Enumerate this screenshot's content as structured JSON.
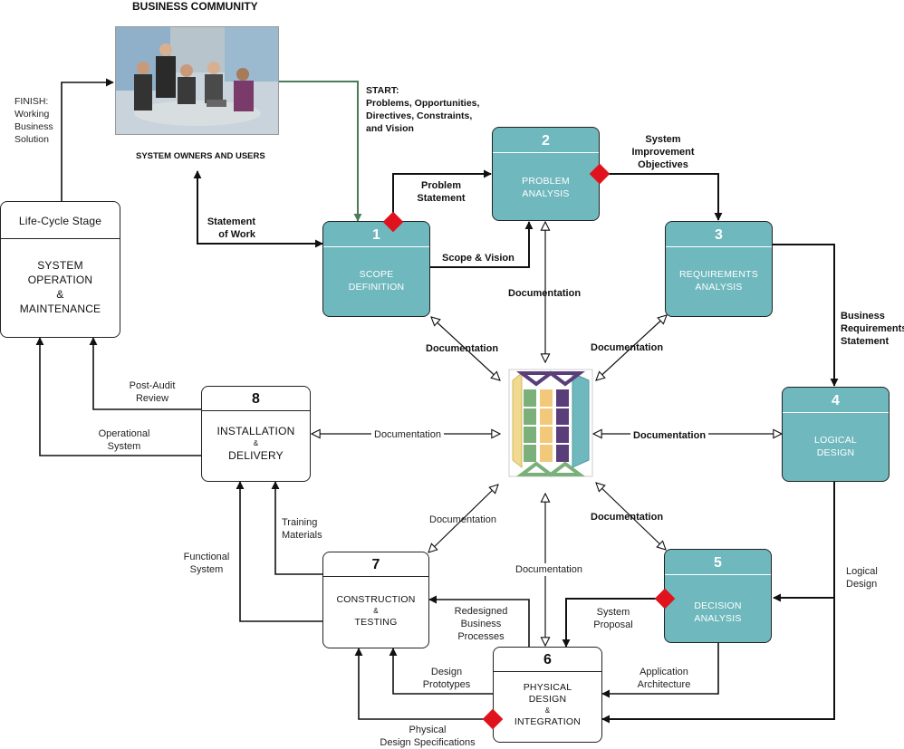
{
  "title": "BUSINESS COMMUNITY",
  "owners_label": "SYSTEM OWNERS AND USERS",
  "start_label": [
    "START:",
    "Problems, Opportunities,",
    "Directives, Constraints,",
    "and Vision"
  ],
  "finish_label": [
    "FINISH:",
    "Working",
    "Business",
    "Solution"
  ],
  "lifecycle": {
    "header": "Life-Cycle Stage",
    "lines": [
      "SYSTEM",
      "OPERATION",
      "&",
      "MAINTENANCE"
    ]
  },
  "phases": [
    {
      "num": "1",
      "name": [
        "SCOPE",
        "DEFINITION"
      ]
    },
    {
      "num": "2",
      "name": [
        "PROBLEM",
        "ANALYSIS"
      ]
    },
    {
      "num": "3",
      "name": [
        "REQUIREMENTS",
        "ANALYSIS"
      ]
    },
    {
      "num": "4",
      "name": [
        "LOGICAL",
        "DESIGN"
      ]
    },
    {
      "num": "5",
      "name": [
        "DECISION",
        "ANALYSIS"
      ]
    },
    {
      "num": "6",
      "name": [
        "PHYSICAL",
        "DESIGN",
        "&",
        "INTEGRATION"
      ]
    },
    {
      "num": "7",
      "name": [
        "CONSTRUCTION",
        "&",
        "TESTING"
      ]
    },
    {
      "num": "8",
      "name": [
        "INSTALLATION",
        "&",
        "DELIVERY"
      ]
    }
  ],
  "labels": {
    "statement_of_work": [
      "Statement",
      "of Work"
    ],
    "problem_statement": [
      "Problem",
      "Statement"
    ],
    "scope_vision": "Scope & Vision",
    "system_improvement": [
      "System",
      "Improvement",
      "Objectives"
    ],
    "business_requirements": [
      "Business",
      "Requirements",
      "Statement"
    ],
    "documentation": "Documentation",
    "logical_design": [
      "Logical",
      "Design"
    ],
    "system_proposal": [
      "System",
      "Proposal"
    ],
    "application_architecture": [
      "Application",
      "Architecture"
    ],
    "redesigned": [
      "Redesigned",
      "Business",
      "Processes"
    ],
    "design_prototypes": [
      "Design",
      "Prototypes"
    ],
    "physical_specs": [
      "Physical",
      "Design Specifications"
    ],
    "training_materials": [
      "Training",
      "Materials"
    ],
    "functional_system": [
      "Functional",
      "System"
    ],
    "operational_system": [
      "Operational",
      "System"
    ],
    "post_audit": [
      "Post-Audit",
      "Review"
    ]
  },
  "colors": {
    "teal": "#6fb8be",
    "red": "#e0121d",
    "green_arrow": "#4a7c59",
    "outline": "#222222"
  }
}
